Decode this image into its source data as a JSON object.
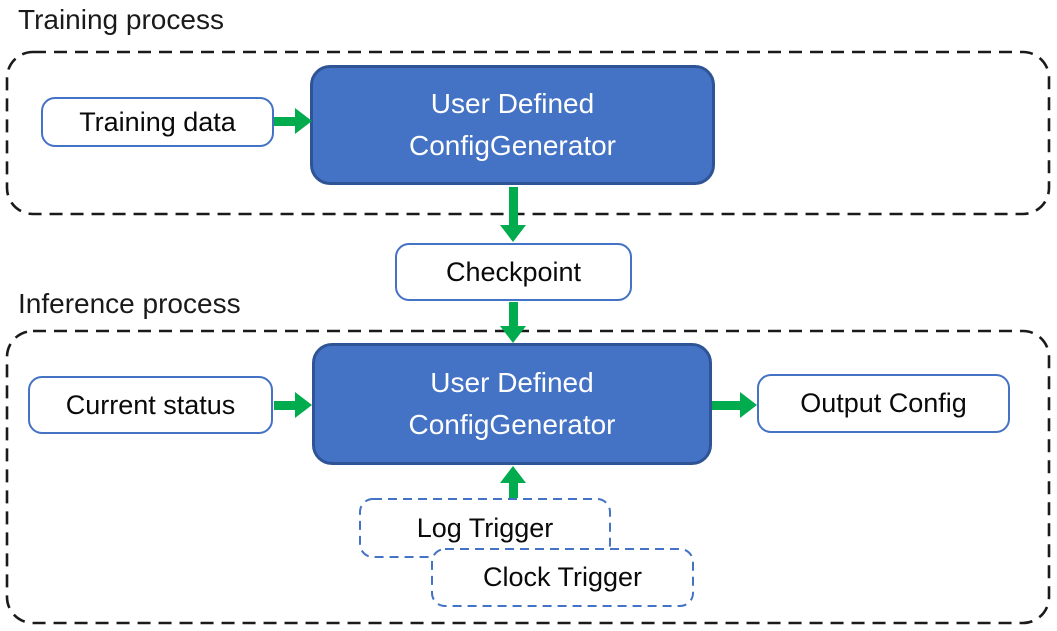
{
  "colors": {
    "accent_blue": "#4472C4",
    "dark_blue": "#2F5496",
    "green": "#00AC4E",
    "ink": "#1A1A1A"
  },
  "training": {
    "section_label": "Training process",
    "input_label": "Training data",
    "generator_line1": "User Defined",
    "generator_line2": "ConfigGenerator"
  },
  "checkpoint_label": "Checkpoint",
  "inference": {
    "section_label": "Inference process",
    "input_label": "Current status",
    "generator_line1": "User Defined",
    "generator_line2": "ConfigGenerator",
    "output_label": "Output Config",
    "trigger1_label": "Log Trigger",
    "trigger2_label": "Clock Trigger"
  }
}
